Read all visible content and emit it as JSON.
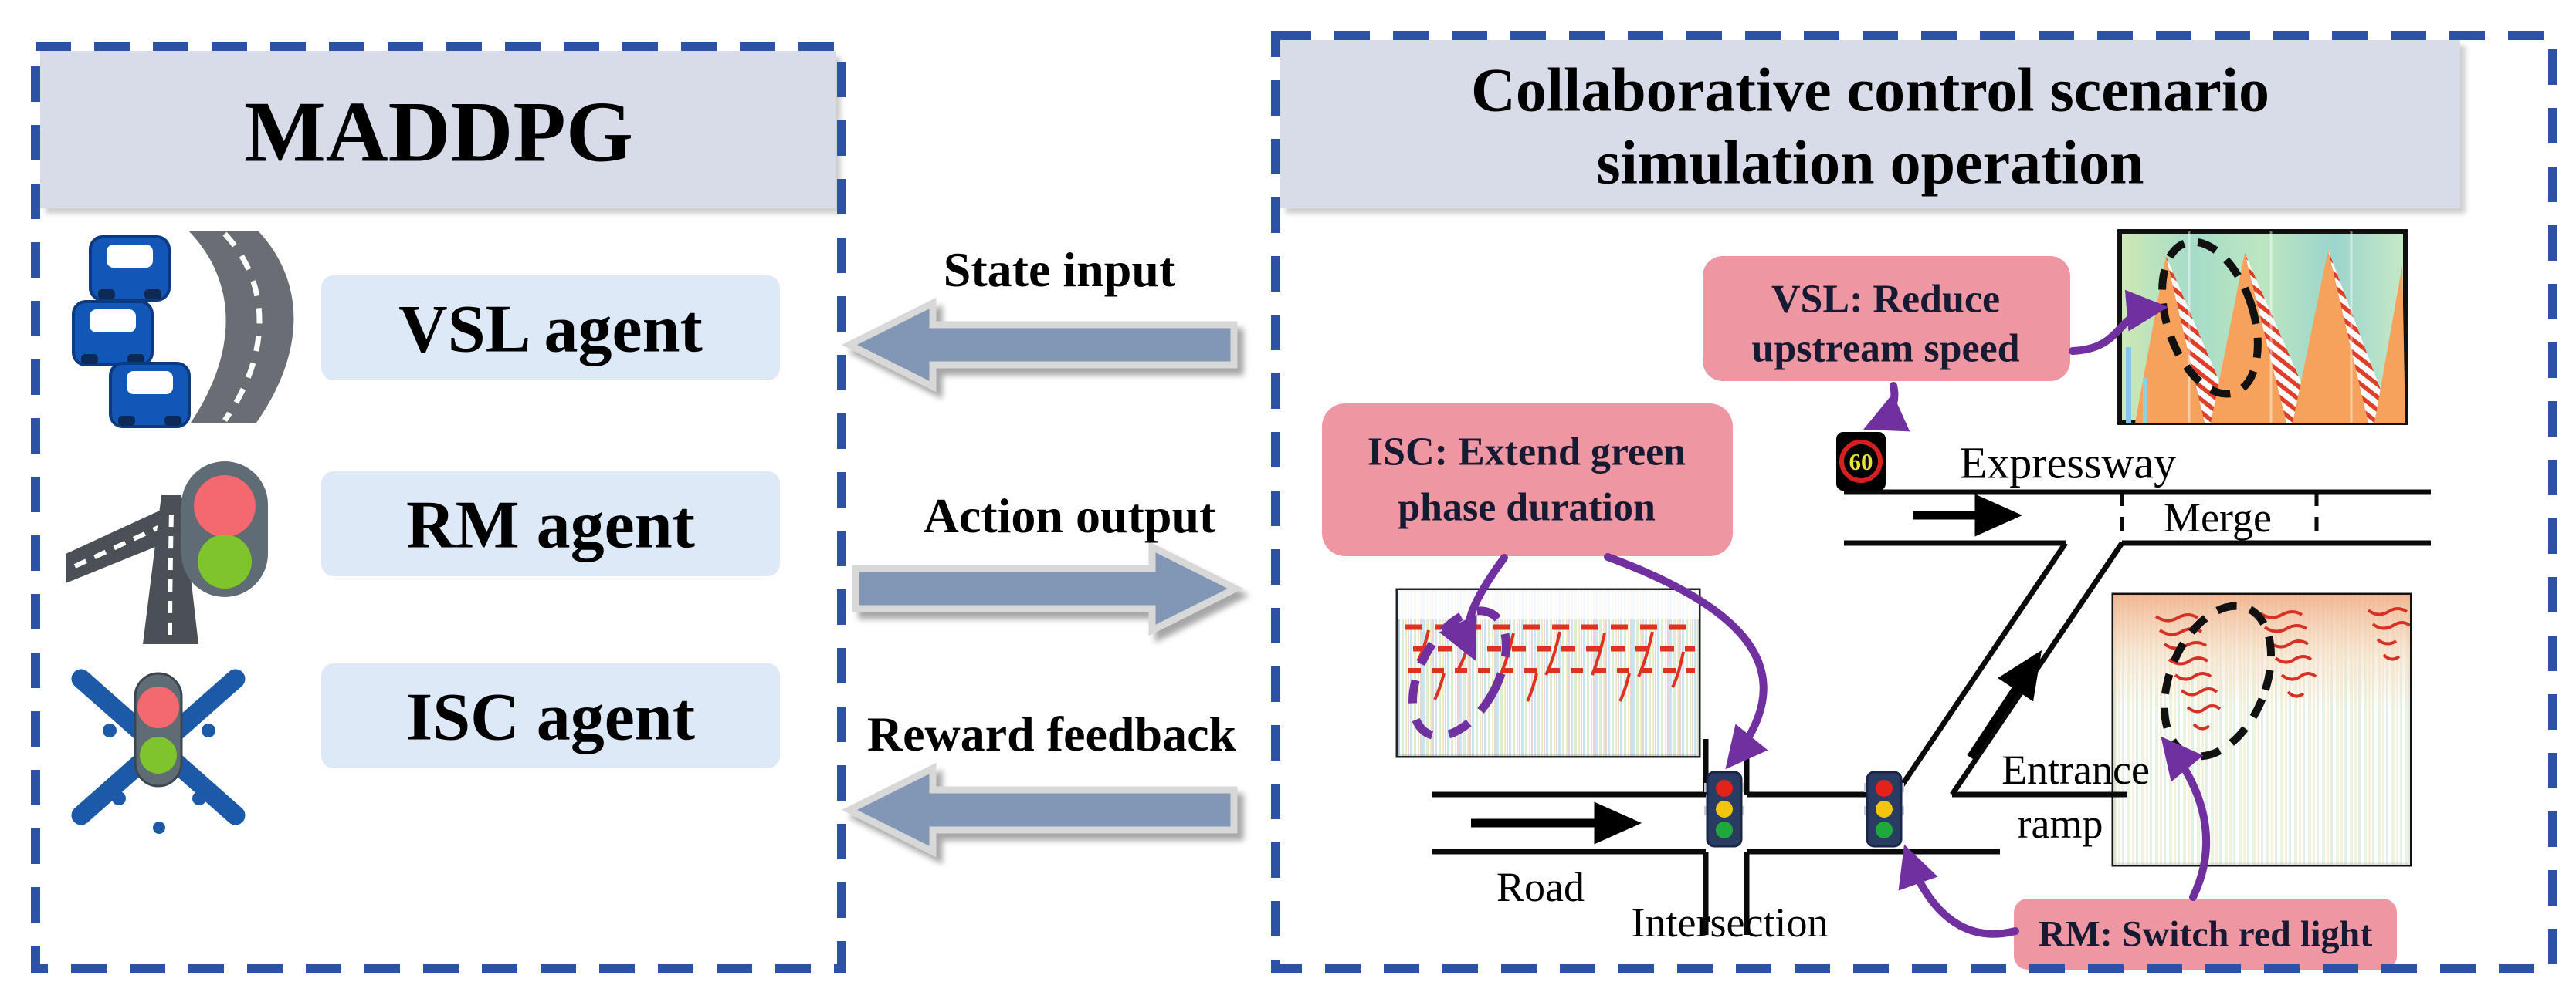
{
  "left_panel": {
    "title": "MADDPG",
    "agents": [
      {
        "label": "VSL agent",
        "icon": "traffic-jam-icon"
      },
      {
        "label": "RM agent",
        "icon": "ramp-signal-icon"
      },
      {
        "label": "ISC agent",
        "icon": "intersection-signal-icon"
      }
    ]
  },
  "flows": [
    {
      "label": "State input",
      "direction": "left"
    },
    {
      "label": "Action output",
      "direction": "right"
    },
    {
      "label": "Reward feedback",
      "direction": "left"
    }
  ],
  "right_panel": {
    "title_line1": "Collaborative control scenario",
    "title_line2": "simulation operation",
    "callouts": {
      "vsl_line1": "VSL: Reduce",
      "vsl_line2": "upstream speed",
      "isc_line1": "ISC: Extend green",
      "isc_line2": "phase duration",
      "rm": "RM: Switch red light"
    },
    "labels": {
      "expressway": "Expressway",
      "merge": "Merge",
      "road": "Road",
      "intersection": "Intersection",
      "entrance": "Entrance",
      "ramp": "ramp"
    },
    "speed_sign_value": "60"
  },
  "colors": {
    "panel_border_blue": "#2d51a5",
    "header_bg": "#d7dce8",
    "agent_box_bg": "#dde9f7",
    "callout_pink": "#ee96a2",
    "flow_arrow_slate": "#8197b5",
    "annotation_purple": "#7030a0",
    "speed_sign_digit_yellow": "#e8e337",
    "heatmap_red": "#d93025",
    "signal_red": "#e32219",
    "signal_yellow": "#f3c50f",
    "signal_green": "#1fa83c"
  }
}
